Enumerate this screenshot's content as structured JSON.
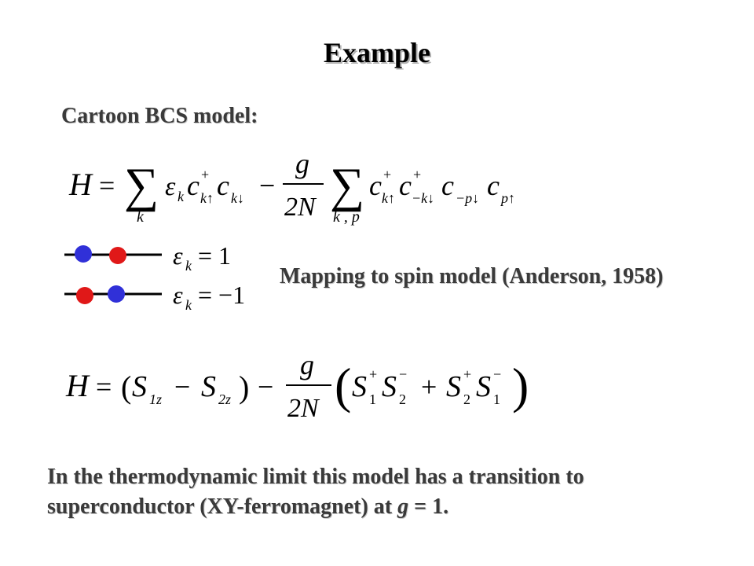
{
  "slide": {
    "title": "Example",
    "subtitle": "Cartoon BCS model:",
    "mapping_note": "Mapping to spin model (Anderson, 1958)",
    "conclusion_line1": "In the thermodynamic limit this model has a transition to",
    "conclusion_line2_pre": "superconductor (XY-ferromagnet) at ",
    "conclusion_g": "g",
    "conclusion_line2_post": " = 1."
  },
  "equations": {
    "bcs": {
      "lhs": "H",
      "eq": "=",
      "sum1_sub": "k",
      "eps": "ε",
      "eps_sub": "k",
      "c": "c",
      "cdag_sup": "+",
      "c1_sub": "k↑",
      "c2_sub": "k↓",
      "minus": "−",
      "frac_num": "g",
      "frac_den": "2N",
      "sum2_sub": "k , p",
      "c3_sub": "k↑",
      "c4_sub": "−k↓",
      "c5_sub": "−p↓",
      "c6_sub": "p↑"
    },
    "level_upper": {
      "lhs": "ε",
      "sub": "k",
      "rhs": "= 1"
    },
    "level_lower": {
      "lhs": "ε",
      "sub": "k",
      "rhs": "= −1"
    },
    "spin": {
      "lhs": "H",
      "eq": "=",
      "open": "(",
      "s": "S",
      "s1z_sub": "1z",
      "minus": "−",
      "s2z_sub": "2z",
      "close": ")",
      "minus2": "−",
      "frac_num": "g",
      "frac_den": "2N",
      "big_open": "(",
      "plus_sup": "+",
      "minus_sup": "−",
      "sub1": "1",
      "sub2": "2",
      "plus": "+",
      "big_close": ")"
    }
  },
  "colors": {
    "electron_blue": "#3030d8",
    "electron_red": "#e01818",
    "text_dark": "#3a3a3a"
  }
}
